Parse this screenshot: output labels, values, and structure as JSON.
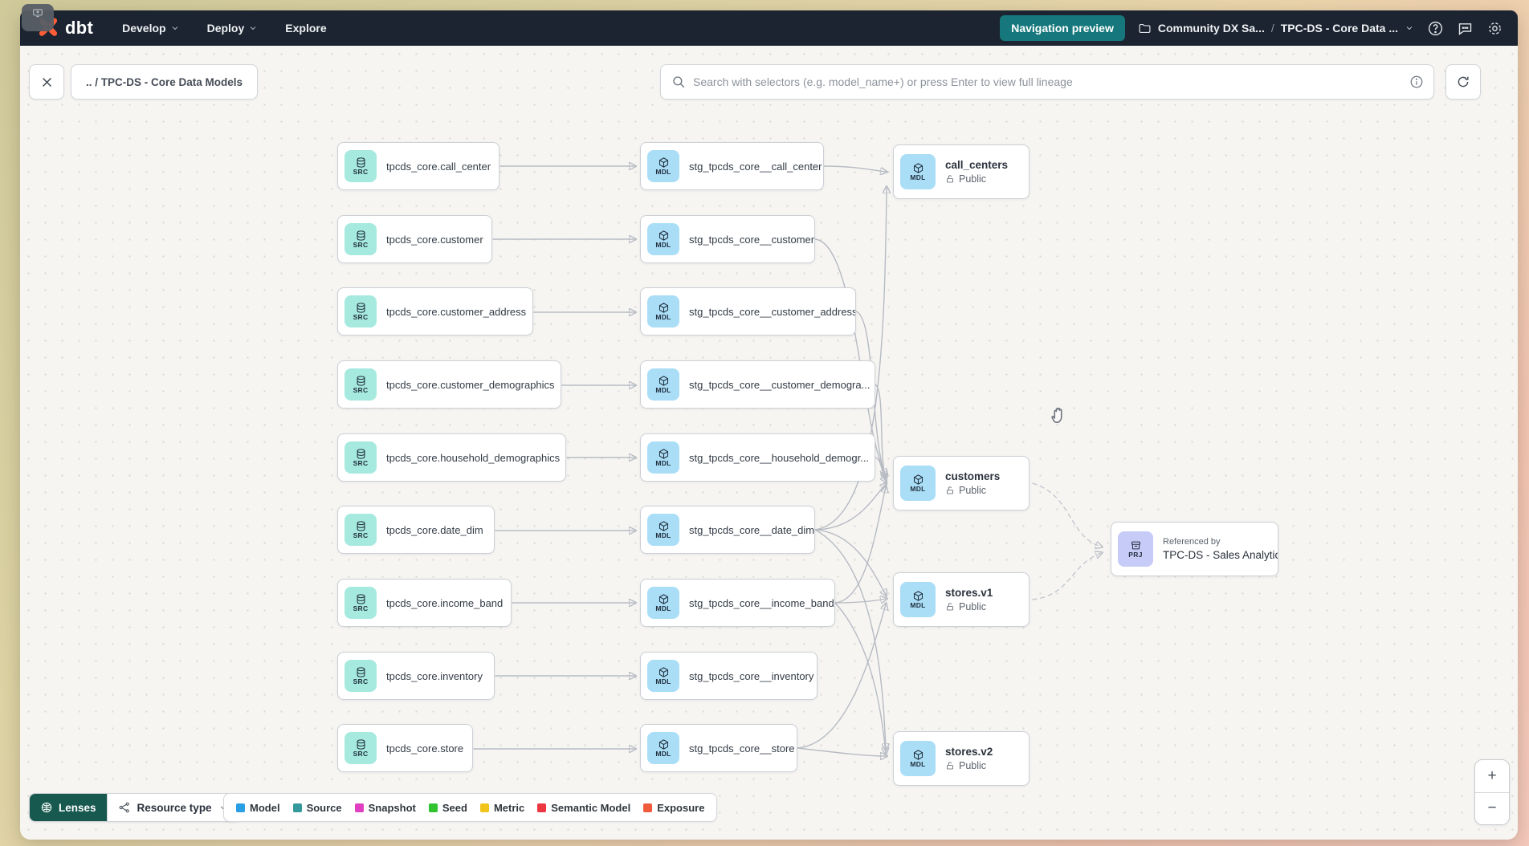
{
  "navbar": {
    "logo_text": "dbt",
    "menu": [
      {
        "label": "Develop"
      },
      {
        "label": "Deploy"
      },
      {
        "label": "Explore"
      }
    ],
    "preview_button_label": "Navigation preview",
    "breadcrumb": {
      "project": "Community DX Sa...",
      "separator": "/",
      "page": "TPC-DS - Core Data ..."
    }
  },
  "toolbar": {
    "lineage_path": ".. / TPC-DS - Core Data Models",
    "search_placeholder": "Search with selectors (e.g. model_name+) or press Enter to view full lineage"
  },
  "canvas": {
    "sources": [
      {
        "badge": "SRC",
        "label": "tpcds_core.call_center"
      },
      {
        "badge": "SRC",
        "label": "tpcds_core.customer"
      },
      {
        "badge": "SRC",
        "label": "tpcds_core.customer_address"
      },
      {
        "badge": "SRC",
        "label": "tpcds_core.customer_demographics"
      },
      {
        "badge": "SRC",
        "label": "tpcds_core.household_demographics"
      },
      {
        "badge": "SRC",
        "label": "tpcds_core.date_dim"
      },
      {
        "badge": "SRC",
        "label": "tpcds_core.income_band"
      },
      {
        "badge": "SRC",
        "label": "tpcds_core.inventory"
      },
      {
        "badge": "SRC",
        "label": "tpcds_core.store"
      }
    ],
    "staging": [
      {
        "badge": "MDL",
        "label": "stg_tpcds_core__call_center"
      },
      {
        "badge": "MDL",
        "label": "stg_tpcds_core__customer"
      },
      {
        "badge": "MDL",
        "label": "stg_tpcds_core__customer_address"
      },
      {
        "badge": "MDL",
        "label": "stg_tpcds_core__customer_demogra..."
      },
      {
        "badge": "MDL",
        "label": "stg_tpcds_core__household_demogr..."
      },
      {
        "badge": "MDL",
        "label": "stg_tpcds_core__date_dim"
      },
      {
        "badge": "MDL",
        "label": "stg_tpcds_core__income_band"
      },
      {
        "badge": "MDL",
        "label": "stg_tpcds_core__inventory"
      },
      {
        "badge": "MDL",
        "label": "stg_tpcds_core__store"
      }
    ],
    "public_models": [
      {
        "badge": "MDL",
        "label": "call_centers",
        "access": "Public"
      },
      {
        "badge": "MDL",
        "label": "customers",
        "access": "Public"
      },
      {
        "badge": "MDL",
        "label": "stores.v1",
        "access": "Public"
      },
      {
        "badge": "MDL",
        "label": "stores.v2",
        "access": "Public"
      }
    ],
    "project_ref": {
      "badge": "PRJ",
      "title": "Referenced by",
      "label": "TPC-DS - Sales Analytics"
    },
    "edges": [
      {
        "from": "tpcds_core.call_center",
        "to": "stg_tpcds_core__call_center",
        "style": "solid"
      },
      {
        "from": "tpcds_core.customer",
        "to": "stg_tpcds_core__customer",
        "style": "solid"
      },
      {
        "from": "tpcds_core.customer_address",
        "to": "stg_tpcds_core__customer_address",
        "style": "solid"
      },
      {
        "from": "tpcds_core.customer_demographics",
        "to": "stg_tpcds_core__customer_demographics",
        "style": "solid"
      },
      {
        "from": "tpcds_core.household_demographics",
        "to": "stg_tpcds_core__household_demographics",
        "style": "solid"
      },
      {
        "from": "tpcds_core.date_dim",
        "to": "stg_tpcds_core__date_dim",
        "style": "solid"
      },
      {
        "from": "tpcds_core.income_band",
        "to": "stg_tpcds_core__income_band",
        "style": "solid"
      },
      {
        "from": "tpcds_core.inventory",
        "to": "stg_tpcds_core__inventory",
        "style": "solid"
      },
      {
        "from": "tpcds_core.store",
        "to": "stg_tpcds_core__store",
        "style": "solid"
      },
      {
        "from": "stg_tpcds_core__call_center",
        "to": "call_centers",
        "style": "solid"
      },
      {
        "from": "stg_tpcds_core__date_dim",
        "to": "call_centers",
        "style": "solid"
      },
      {
        "from": "stg_tpcds_core__customer",
        "to": "customers",
        "style": "solid"
      },
      {
        "from": "stg_tpcds_core__customer_address",
        "to": "customers",
        "style": "solid"
      },
      {
        "from": "stg_tpcds_core__customer_demographics",
        "to": "customers",
        "style": "solid"
      },
      {
        "from": "stg_tpcds_core__household_demographics",
        "to": "customers",
        "style": "solid"
      },
      {
        "from": "stg_tpcds_core__date_dim",
        "to": "customers",
        "style": "solid"
      },
      {
        "from": "stg_tpcds_core__income_band",
        "to": "customers",
        "style": "solid"
      },
      {
        "from": "stg_tpcds_core__date_dim",
        "to": "stores.v1",
        "style": "solid"
      },
      {
        "from": "stg_tpcds_core__income_band",
        "to": "stores.v1",
        "style": "solid"
      },
      {
        "from": "stg_tpcds_core__store",
        "to": "stores.v1",
        "style": "solid"
      },
      {
        "from": "stg_tpcds_core__store",
        "to": "stores.v2",
        "style": "solid"
      },
      {
        "from": "stg_tpcds_core__date_dim",
        "to": "stores.v2",
        "style": "solid"
      },
      {
        "from": "stg_tpcds_core__income_band",
        "to": "stores.v2",
        "style": "solid"
      },
      {
        "from": "customers",
        "to": "TPC-DS - Sales Analytics",
        "style": "dashed"
      },
      {
        "from": "stores.v1",
        "to": "TPC-DS - Sales Analytics",
        "style": "dashed"
      }
    ]
  },
  "footer": {
    "lenses_label": "Lenses",
    "resource_type_label": "Resource type",
    "legend": [
      {
        "label": "Model",
        "color": "#2b9fe6"
      },
      {
        "label": "Source",
        "color": "#34999b"
      },
      {
        "label": "Snapshot",
        "color": "#df3fc0"
      },
      {
        "label": "Seed",
        "color": "#2fc32f"
      },
      {
        "label": "Metric",
        "color": "#f0c419"
      },
      {
        "label": "Semantic Model",
        "color": "#ec3642"
      },
      {
        "label": "Exposure",
        "color": "#f05b3c"
      }
    ]
  },
  "zoom_controls": {
    "zoom_in": "+",
    "zoom_out": "−"
  }
}
